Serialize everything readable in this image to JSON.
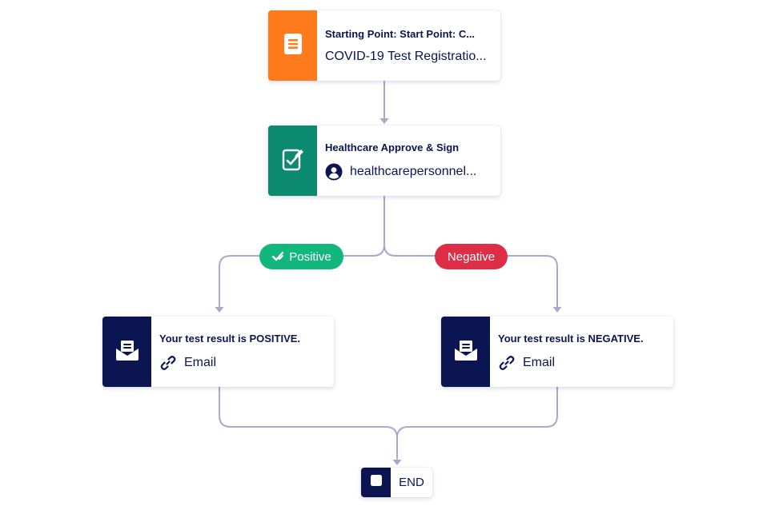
{
  "colors": {
    "connector": "#a7a9cf",
    "start_accent": "#ff7a1a",
    "approve_accent": "#0b8a6f",
    "email_accent": "#0a1551",
    "positive": "#12b77e",
    "negative": "#dd2e45",
    "text": "#0a1551"
  },
  "start_node": {
    "icon": "document-icon",
    "title": "Starting Point: Start Point: C...",
    "subtitle": "COVID-19 Test Registratio..."
  },
  "approval_node": {
    "icon": "approve-sign-icon",
    "title": "Healthcare Approve & Sign",
    "assignee_icon": "user-avatar-icon",
    "assignee": "healthcarepersonnel..."
  },
  "branches": {
    "positive_label": "Positive",
    "positive_icon": "approve-check-icon",
    "negative_label": "Negative"
  },
  "email_positive": {
    "icon": "envelope-icon",
    "title": "Your test result is POSITIVE.",
    "link_icon": "link-icon",
    "type": "Email"
  },
  "email_negative": {
    "icon": "envelope-icon",
    "title": "Your test result is NEGATIVE.",
    "link_icon": "link-icon",
    "type": "Email"
  },
  "end_node": {
    "icon": "stop-square-icon",
    "label": "END"
  }
}
